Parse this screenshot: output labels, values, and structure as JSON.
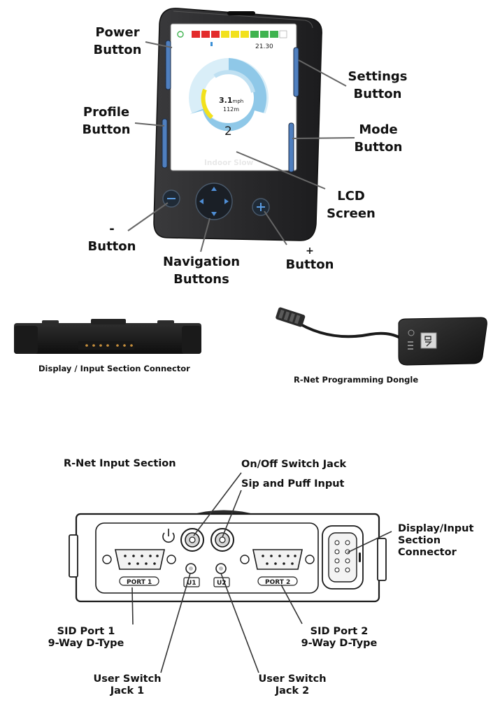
{
  "controller": {
    "labels": {
      "power": [
        "Power",
        "Button"
      ],
      "profile": [
        "Profile",
        "Button"
      ],
      "settings": [
        "Settings",
        "Button"
      ],
      "mode": [
        "Mode",
        "Button"
      ],
      "lcd": [
        "LCD",
        "Screen"
      ],
      "minus": [
        "-",
        "Button"
      ],
      "plus": [
        "+",
        "Button"
      ],
      "navigation": [
        "Navigation",
        "Buttons"
      ]
    },
    "screen": {
      "odometer": "21.30",
      "speed": "3.1",
      "speed_unit": "mph",
      "distance": "112m",
      "speed_level": "2",
      "profile_name": "Indoor Slow"
    }
  },
  "captions": {
    "display_connector": "Display / Input Section Connector",
    "dongle": "R-Net Programming Dongle"
  },
  "input_section": {
    "title": "R-Net Input Section",
    "labels": {
      "onoff_jack": "On/Off Switch Jack",
      "sip_puff": "Sip and Puff Input",
      "display_connector": [
        "Display/Input",
        "Section",
        "Connector"
      ],
      "sid_port1": [
        "SID Port 1",
        "9-Way D-Type"
      ],
      "sid_port2": [
        "SID Port 2",
        "9-Way D-Type"
      ],
      "user_jack1": [
        "User Switch",
        "Jack 1"
      ],
      "user_jack2": [
        "User Switch",
        "Jack 2"
      ]
    },
    "panel_text": {
      "port1": "PORT 1",
      "port2": "PORT 2",
      "u1": "U1",
      "u2": "U2"
    }
  }
}
